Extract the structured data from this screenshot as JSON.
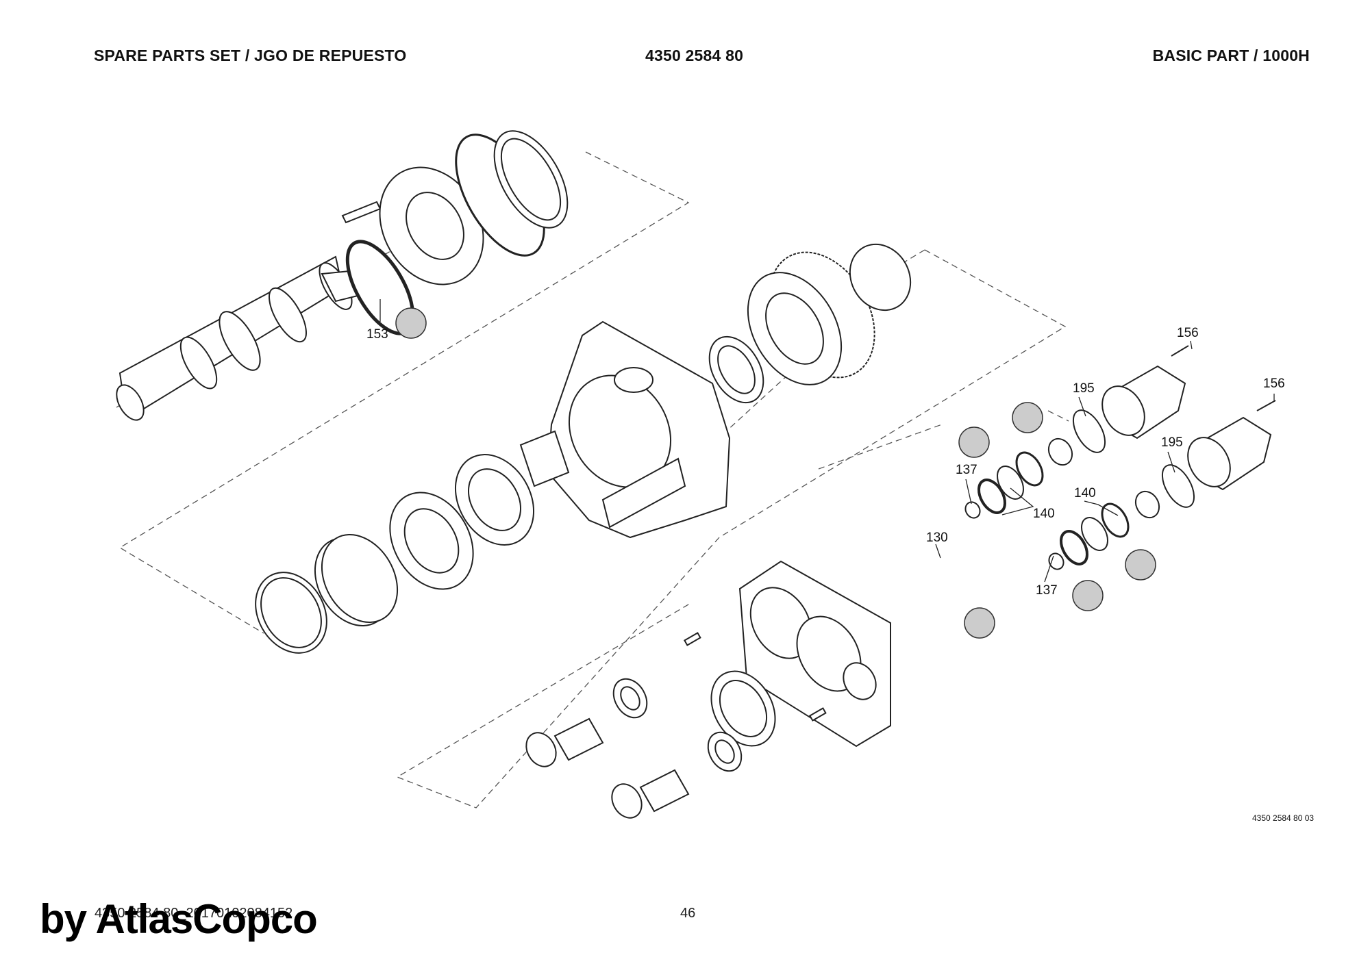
{
  "header": {
    "left": "SPARE PARTS SET / JGO DE REPUESTO",
    "center": "4350 2584 80",
    "right": "BASIC PART / 1000H"
  },
  "diagram": {
    "drawing_ref": "4350 2584 80 03",
    "callouts": {
      "c153": "153",
      "c156a": "156",
      "c156b": "156",
      "c195a": "195",
      "c195b": "195",
      "c137a": "137",
      "c137b": "137",
      "c140a": "140",
      "c140b": "140",
      "c130": "130"
    }
  },
  "footer": {
    "id": "4350 2584 80_20170102084152",
    "page": "46"
  },
  "watermark": "by AtlasCopco"
}
